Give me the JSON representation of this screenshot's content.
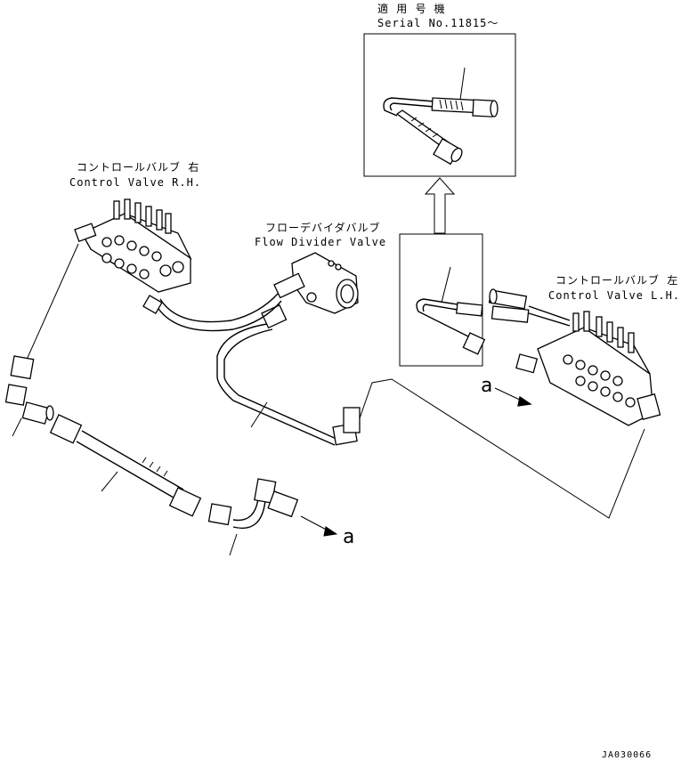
{
  "labels": {
    "serial_jp": "適 用 号 機",
    "serial_en": "Serial No.11815～",
    "cv_rh_jp": "コントロールバルブ 右",
    "cv_rh_en": "Control Valve R.H.",
    "fdv_jp": "フローデバイダバルブ",
    "fdv_en": "Flow Divider Valve",
    "cv_lh_jp": "コントロールバルブ 左",
    "cv_lh_en": "Control Valve L.H.",
    "ref_a1": "a",
    "ref_a2": "a",
    "drawing_no": "JA030066"
  }
}
